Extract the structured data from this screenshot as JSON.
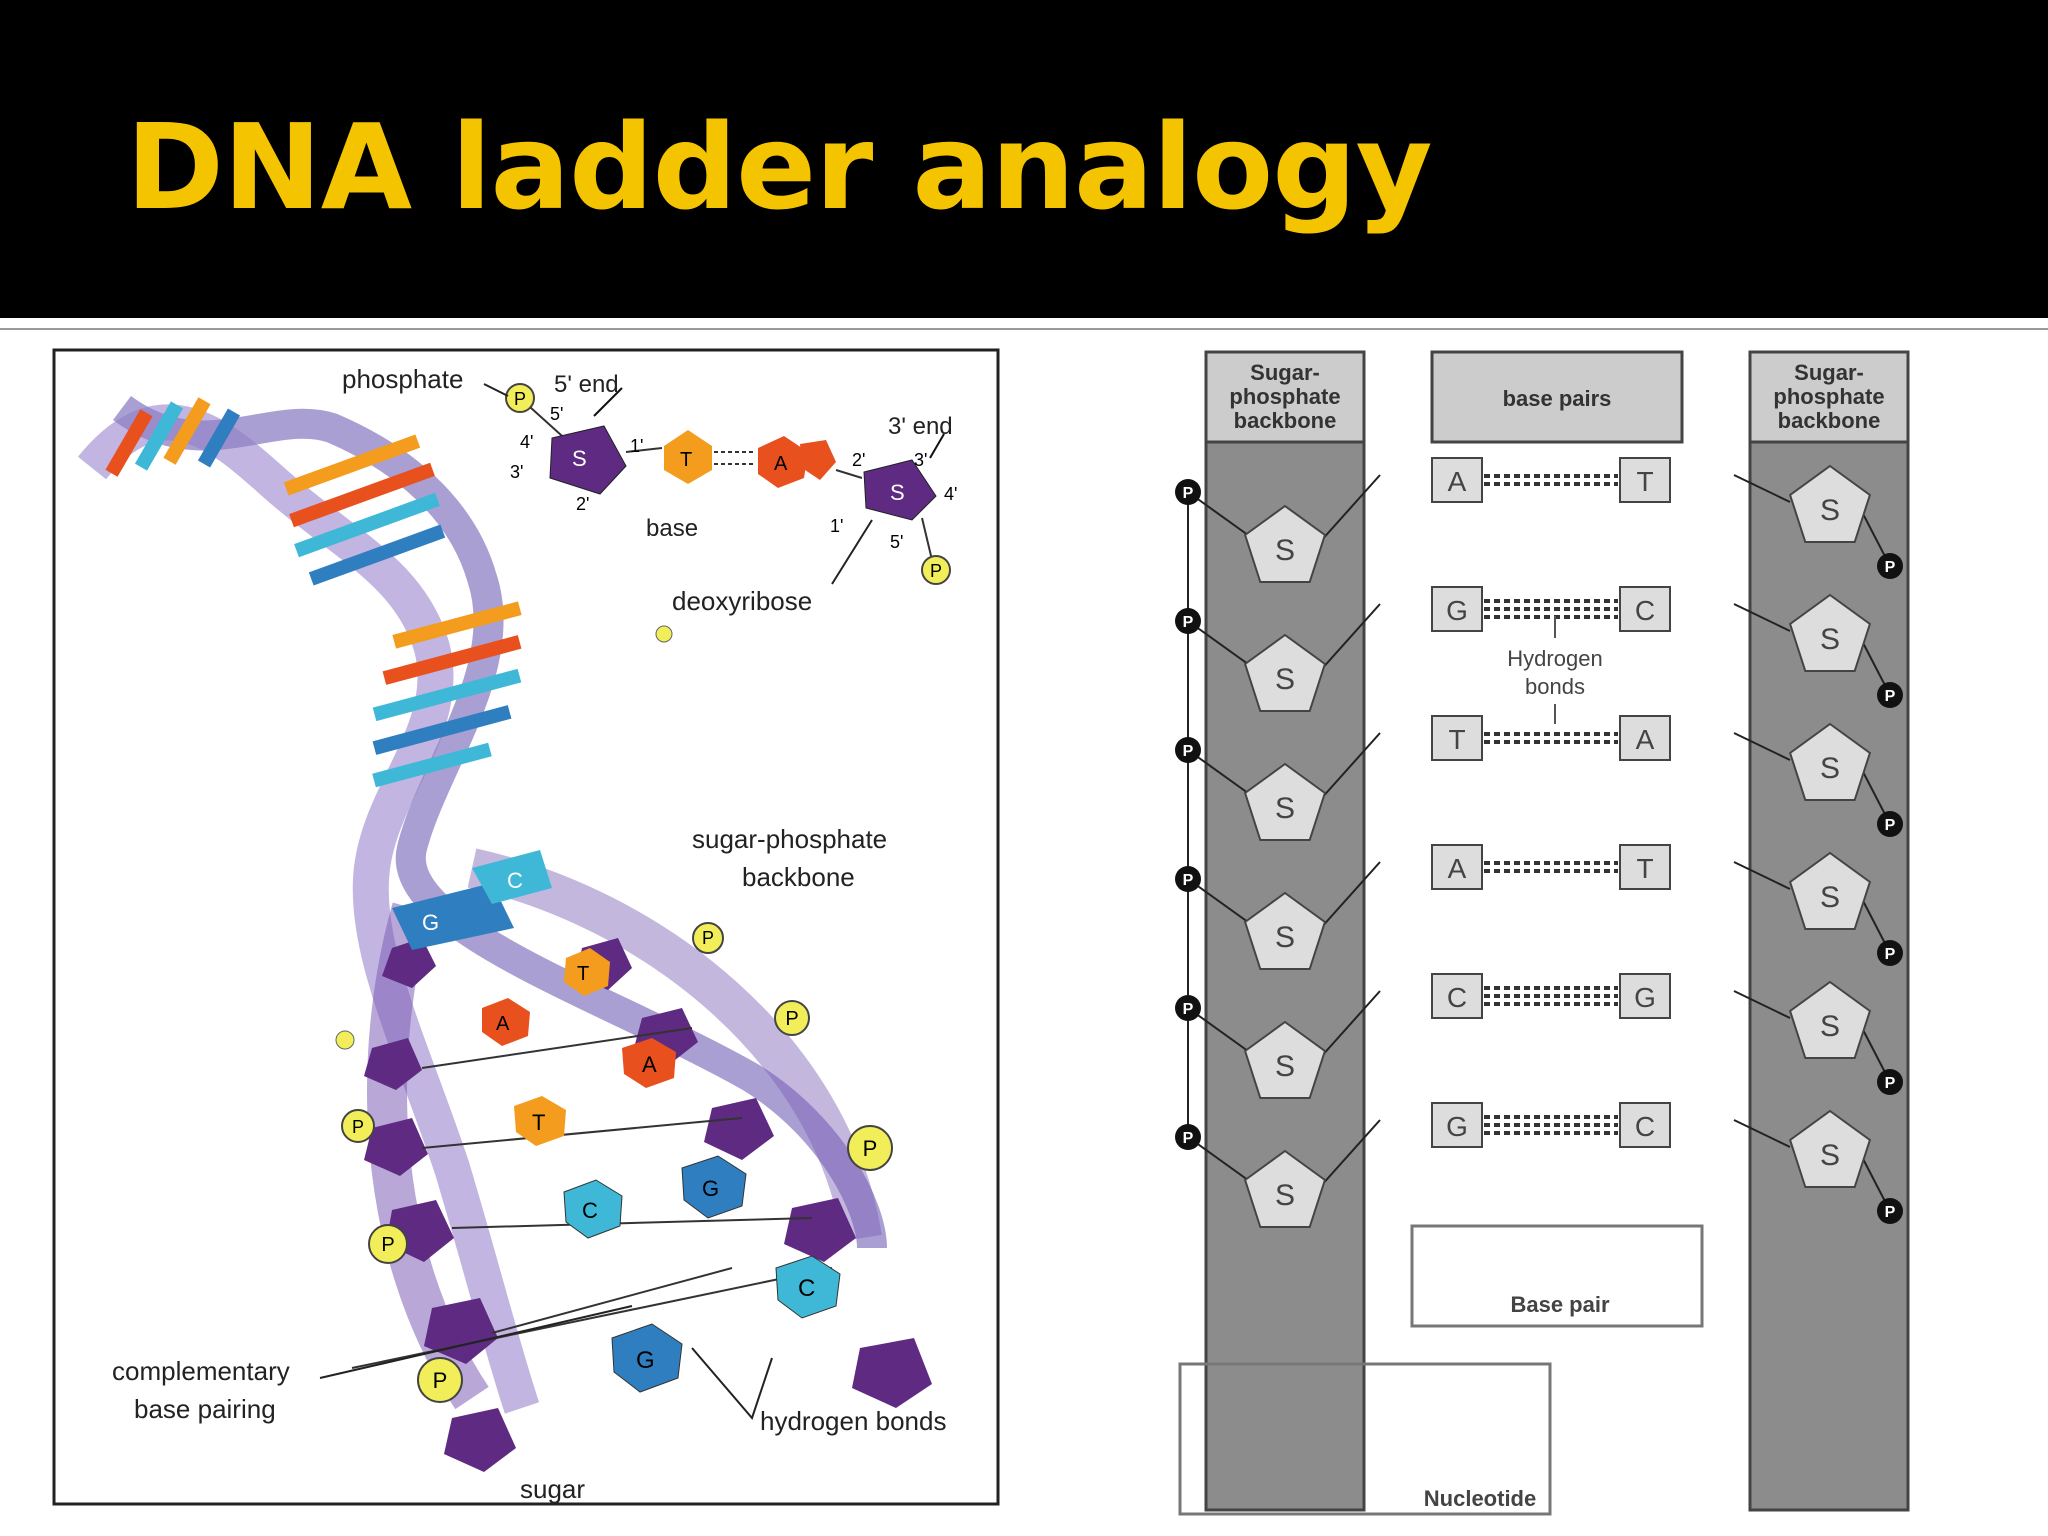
{
  "slide": {
    "title": "DNA ladder analogy"
  },
  "left_diagram": {
    "labels": {
      "phosphate": "phosphate",
      "five_end": "5' end",
      "three_end": "3' end",
      "base": "base",
      "deoxyribose": "deoxyribose",
      "backbone_1": "sugar-phosphate",
      "backbone_2": "backbone",
      "pairing_1": "complementary",
      "pairing_2": "base pairing",
      "hbonds": "hydrogen bonds",
      "sugar": "sugar"
    },
    "inset": {
      "carbons": {
        "c5a": "5'",
        "c4a": "4'",
        "c3a": "3'",
        "c2a": "2'",
        "c1a": "1'",
        "c2b": "2'",
        "c3b": "3'",
        "c4b": "4'",
        "c1b": "1'",
        "c5b": "5'"
      },
      "sugar": "S",
      "phosphate": "P",
      "base_t": "T",
      "base_a": "A"
    },
    "ladder_bases": {
      "g1": "G",
      "c1": "C",
      "t1": "T",
      "a1": "A",
      "a2": "A",
      "t2": "T",
      "c2": "C",
      "g2": "G",
      "c3": "C",
      "g3": "G"
    },
    "phosphate_symbol": "P"
  },
  "right_diagram": {
    "headers": {
      "left_1": "Sugar-",
      "left_2": "phosphate",
      "left_3": "backbone",
      "middle": "base pairs",
      "right_1": "Sugar-",
      "right_2": "phosphate",
      "right_3": "backbone"
    },
    "sugar_symbol": "S",
    "phosphate_symbol": "P",
    "pairs": [
      {
        "left": "A",
        "right": "T"
      },
      {
        "left": "G",
        "right": "C"
      },
      {
        "left": "T",
        "right": "A"
      },
      {
        "left": "A",
        "right": "T"
      },
      {
        "left": "C",
        "right": "G"
      },
      {
        "left": "G",
        "right": "C"
      }
    ],
    "hydrogen_1": "Hydrogen",
    "hydrogen_2": "bonds",
    "base_pair_label": "Base pair",
    "nucleotide_label": "Nucleotide"
  },
  "colors": {
    "title": "#f5c400",
    "sugar": "#5e2a82",
    "adenine": "#e8501e",
    "thymine": "#f39c1e",
    "cytosine": "#3fb8d8",
    "guanine": "#2f7fc0",
    "phosphate": "#f2ee5a",
    "ribbon": "#b7a8dc"
  }
}
